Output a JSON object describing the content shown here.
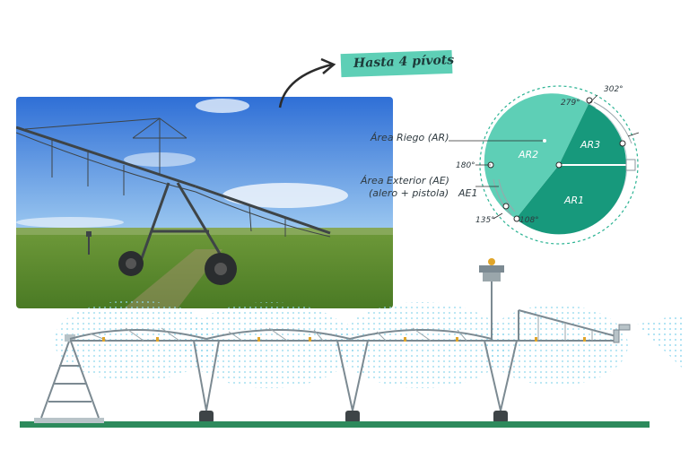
{
  "callout": {
    "text": "Hasta 4 pívots"
  },
  "diagram": {
    "riego_label": "Área Riego (AR)",
    "exterior_label_1": "Área Exterior (AE)",
    "exterior_label_2": "(alero + pistola)",
    "ae1": "AE1",
    "areas": [
      "AR1",
      "AR2",
      "AR3"
    ],
    "angles": {
      "a279": "279°",
      "a302": "302°",
      "a180": "180°",
      "a135": "135°",
      "a108": "108°"
    }
  },
  "colors": {
    "dark_teal": "#17997c",
    "light_teal": "#5ecfb6",
    "mid_teal": "#2bb393",
    "ground": "#2d8a5c",
    "spray": "#8fd7ee",
    "frame": "#7c8a92"
  }
}
